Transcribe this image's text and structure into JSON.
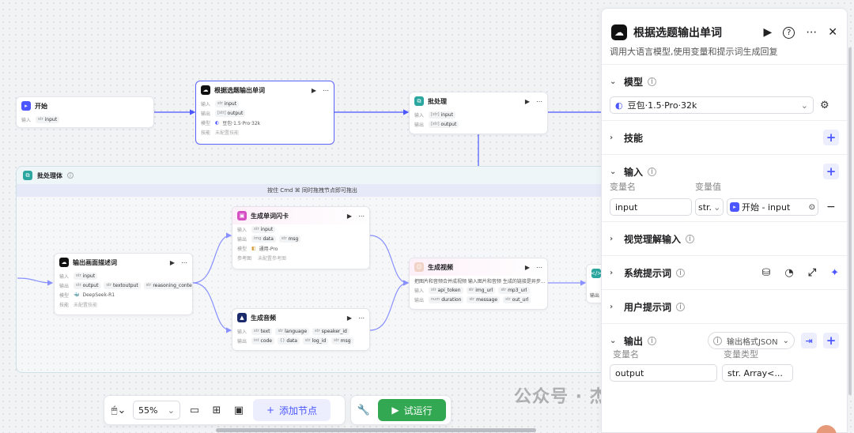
{
  "canvas": {
    "start_node": {
      "title": "开始",
      "input_label": "输入",
      "input_tag": "input"
    },
    "llm_node": {
      "title": "根据选题输出单词",
      "input_label": "输入",
      "input_tag": "input",
      "output_label": "输出",
      "output_tag": "output",
      "model_label": "模型",
      "model_value": "豆包·1.5·Pro·32k",
      "skill_label": "技能",
      "skill_value": "未配置技能"
    },
    "batch_node": {
      "title": "批处理",
      "input_label": "输入",
      "input_tag": "input",
      "output_label": "输出",
      "output_tag": "output"
    },
    "container": {
      "title": "批处理体",
      "hint": "按住 Cmd ⌘ 同时拖拽节点即可拖出"
    },
    "desc_node": {
      "title": "输出画面描述词",
      "input_label": "输入",
      "input_tag": "input",
      "output_label": "输出",
      "output_tags": [
        "output",
        "textoutput",
        "reasoning_content"
      ],
      "model_label": "模型",
      "model_value": "DeepSeek-R1",
      "skill_label": "技能",
      "skill_value": "未配置技能"
    },
    "card_node": {
      "title": "生成单词闪卡",
      "input_label": "输入",
      "input_tag": "input",
      "output_label": "输出",
      "output_tags": [
        "data",
        "msg"
      ],
      "model_label": "模型",
      "model_value": "通用-Pro",
      "ref_label": "参考图",
      "ref_value": "未配置参考图"
    },
    "audio_node": {
      "title": "生成音频",
      "input_label": "输入",
      "input_tags": [
        "text",
        "language",
        "speaker_id"
      ],
      "output_label": "输出",
      "output_tags": [
        "code",
        "data",
        "log_id",
        "msg"
      ]
    },
    "video_node": {
      "title": "生成视频",
      "desc": "把图片和音频合并成视频 输入图片和音频 生成的链接是异步...",
      "input_label": "输入",
      "input_tags": [
        "api_token",
        "img_url",
        "mp3_url"
      ],
      "output_label": "输出",
      "output_tags": [
        "duration",
        "message",
        "out_url"
      ]
    },
    "partial_node": {
      "output_label": "输出"
    }
  },
  "panel": {
    "title": "根据选题输出单词",
    "description": "调用大语言模型,使用变量和提示词生成回复",
    "sections": {
      "model": {
        "label": "模型",
        "value": "豆包·1.5·Pro·32k"
      },
      "skill": {
        "label": "技能"
      },
      "input": {
        "label": "输入",
        "col_name": "变量名",
        "col_value": "变量值",
        "var_name": "input",
        "var_type": "str.",
        "var_ref": "开始 - input"
      },
      "vision": {
        "label": "视觉理解输入"
      },
      "system_prompt": {
        "label": "系统提示词"
      },
      "user_prompt": {
        "label": "用户提示词"
      },
      "output": {
        "label": "输出",
        "format": "输出格式JSON",
        "col_name": "变量名",
        "col_type": "变量类型",
        "var_name": "output",
        "var_type": "str. Array<..."
      }
    }
  },
  "toolbar": {
    "zoom": "55%",
    "add_node": "添加节点",
    "run": "试运行"
  },
  "watermark": "公众号 · 杰克船长的AIGC",
  "colors": {
    "accent": "#4b56ff",
    "run_green": "#32a852",
    "selected_border": "#5b64ff"
  }
}
